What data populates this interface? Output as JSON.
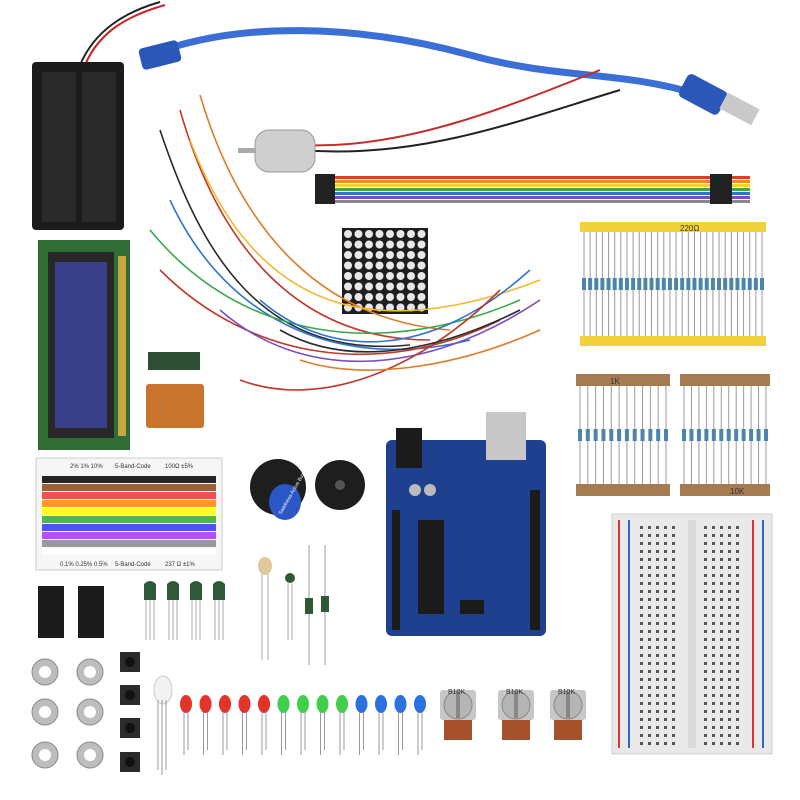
{
  "photo": {
    "resistor_tape_labels": [
      "220Ω",
      "1K",
      "10K"
    ],
    "color_chart": {
      "header_tolerances": "2% 1% 10%",
      "header_ratio": "5-Band-Code",
      "header_right": "100Ω ±5%",
      "footer_tolerances": "0.1% 0.25% 0.5%",
      "footer_ratio": "5-Band-Code",
      "footer_right": "237 Ω ±1%"
    },
    "buzzer_label": "Saadness Active Buzzer",
    "potentiometer_label": "B10K",
    "colors": {
      "usb_cable": "#3b6fd6",
      "board": "#1f3f8f",
      "breadboard": "#e9e9e9",
      "resistor_tape": "#f2d23a",
      "led_red": "#e5332a",
      "led_green": "#3fcf4a",
      "led_blue": "#2a72e0",
      "lcd_screen": "#3a3f8a"
    }
  }
}
